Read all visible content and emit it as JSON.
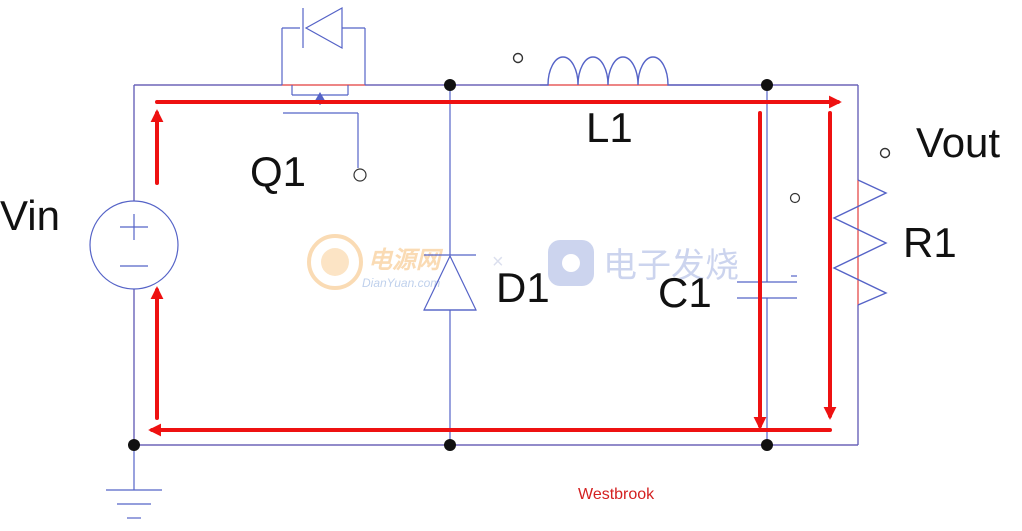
{
  "labels": {
    "vin": "Vin",
    "vout": "Vout",
    "q1": "Q1",
    "l1": "L1",
    "d1": "D1",
    "c1": "C1",
    "r1": "R1"
  },
  "credit": "Westbrook",
  "watermarks": {
    "dianyuan_cn": "电源网",
    "dianyuan_en": "DianYuan.com",
    "elecfans_cn": "电子发烧"
  },
  "colors": {
    "wire": "#5563c7",
    "loop": "#ee2a2a",
    "node": "#111111",
    "credit": "#d42020"
  }
}
